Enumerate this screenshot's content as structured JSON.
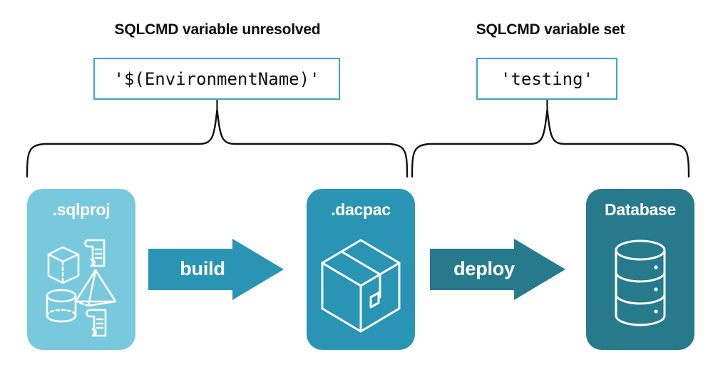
{
  "sections": [
    {
      "title": "SQLCMD variable unresolved",
      "code_value": "'$(EnvironmentName)'",
      "brace_name": "brace-left"
    },
    {
      "title": "SQLCMD variable set",
      "code_value": "'testing'",
      "brace_name": "brace-right"
    }
  ],
  "pipeline": {
    "stages": [
      {
        "label": ".sqlproj",
        "fill": "#79C9DE",
        "icons": [
          "cube-icon",
          "scroll-icon",
          "pyramid-icon",
          "cylinder-icon",
          "scroll-icon"
        ]
      },
      {
        "label": ".dacpac",
        "fill": "#2A94B4",
        "icons": [
          "package-box-icon"
        ]
      },
      {
        "label": "Database",
        "fill": "#267A8C",
        "icons": [
          "database-cylinder-icon"
        ]
      }
    ],
    "arrows": [
      {
        "label": "build",
        "fill": "#2A94B4"
      },
      {
        "label": "deploy",
        "fill": "#267A8C"
      }
    ]
  },
  "colors": {
    "accent_border": "#39A6C6",
    "light_teal": "#79C9DE",
    "mid_teal": "#2A94B4",
    "dark_teal": "#267A8C",
    "text": "#0d0d0d",
    "background": "#ffffff"
  }
}
